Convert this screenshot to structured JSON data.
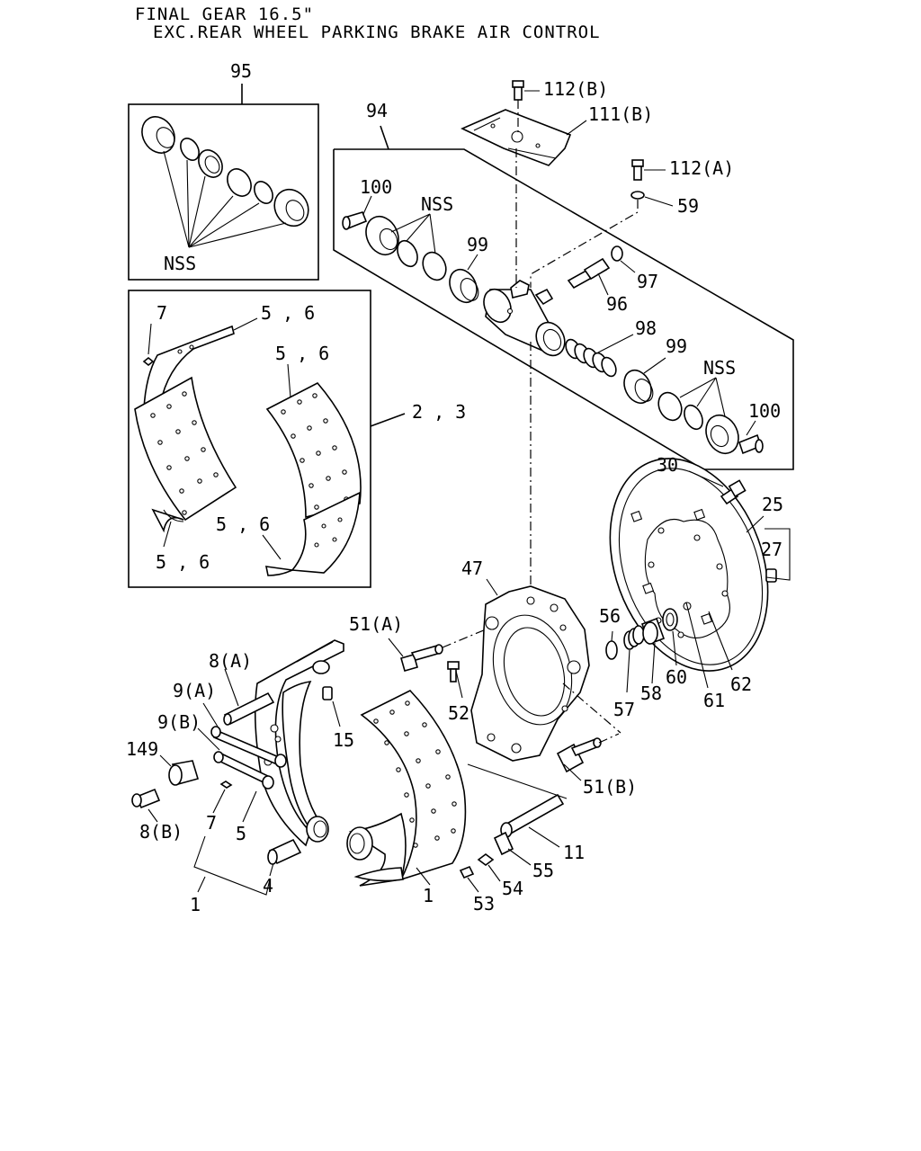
{
  "title": {
    "line1": "FINAL GEAR 16.5\"",
    "line2": "EXC.REAR WHEEL PARKING BRAKE AIR CONTROL"
  },
  "labels": {
    "l95": "95",
    "l94": "94",
    "l112b": "112(B)",
    "l111b": "111(B)",
    "l112a": "112(A)",
    "l59": "59",
    "l100_top": "100",
    "l100_bot": "100",
    "nss_kit": "NSS",
    "nss_upper": "NSS",
    "nss_lower": "NSS",
    "l99_upper": "99",
    "l99_lower": "99",
    "l97": "97",
    "l96": "96",
    "l98": "98",
    "l7_box": "7",
    "l56_a": "5 , 6",
    "l56_b": "5 , 6",
    "l56_c": "5 , 6",
    "l56_d": "5 , 6",
    "l23": "2 , 3",
    "l30": "30",
    "l25": "25",
    "l27": "27",
    "l47": "47",
    "l51a": "51(A)",
    "l51b": "51(B)",
    "l56": "56",
    "l57": "57",
    "l58": "58",
    "l60": "60",
    "l61": "61",
    "l62": "62",
    "l8a": "8(A)",
    "l9a": "9(A)",
    "l9b": "9(B)",
    "l149": "149",
    "l8b": "8(B)",
    "l7": "7",
    "l5": "5",
    "l4": "4",
    "l1_left": "1",
    "l1_right": "1",
    "l15": "15",
    "l52": "52",
    "l53": "53",
    "l54": "54",
    "l55": "55",
    "l11": "11"
  }
}
